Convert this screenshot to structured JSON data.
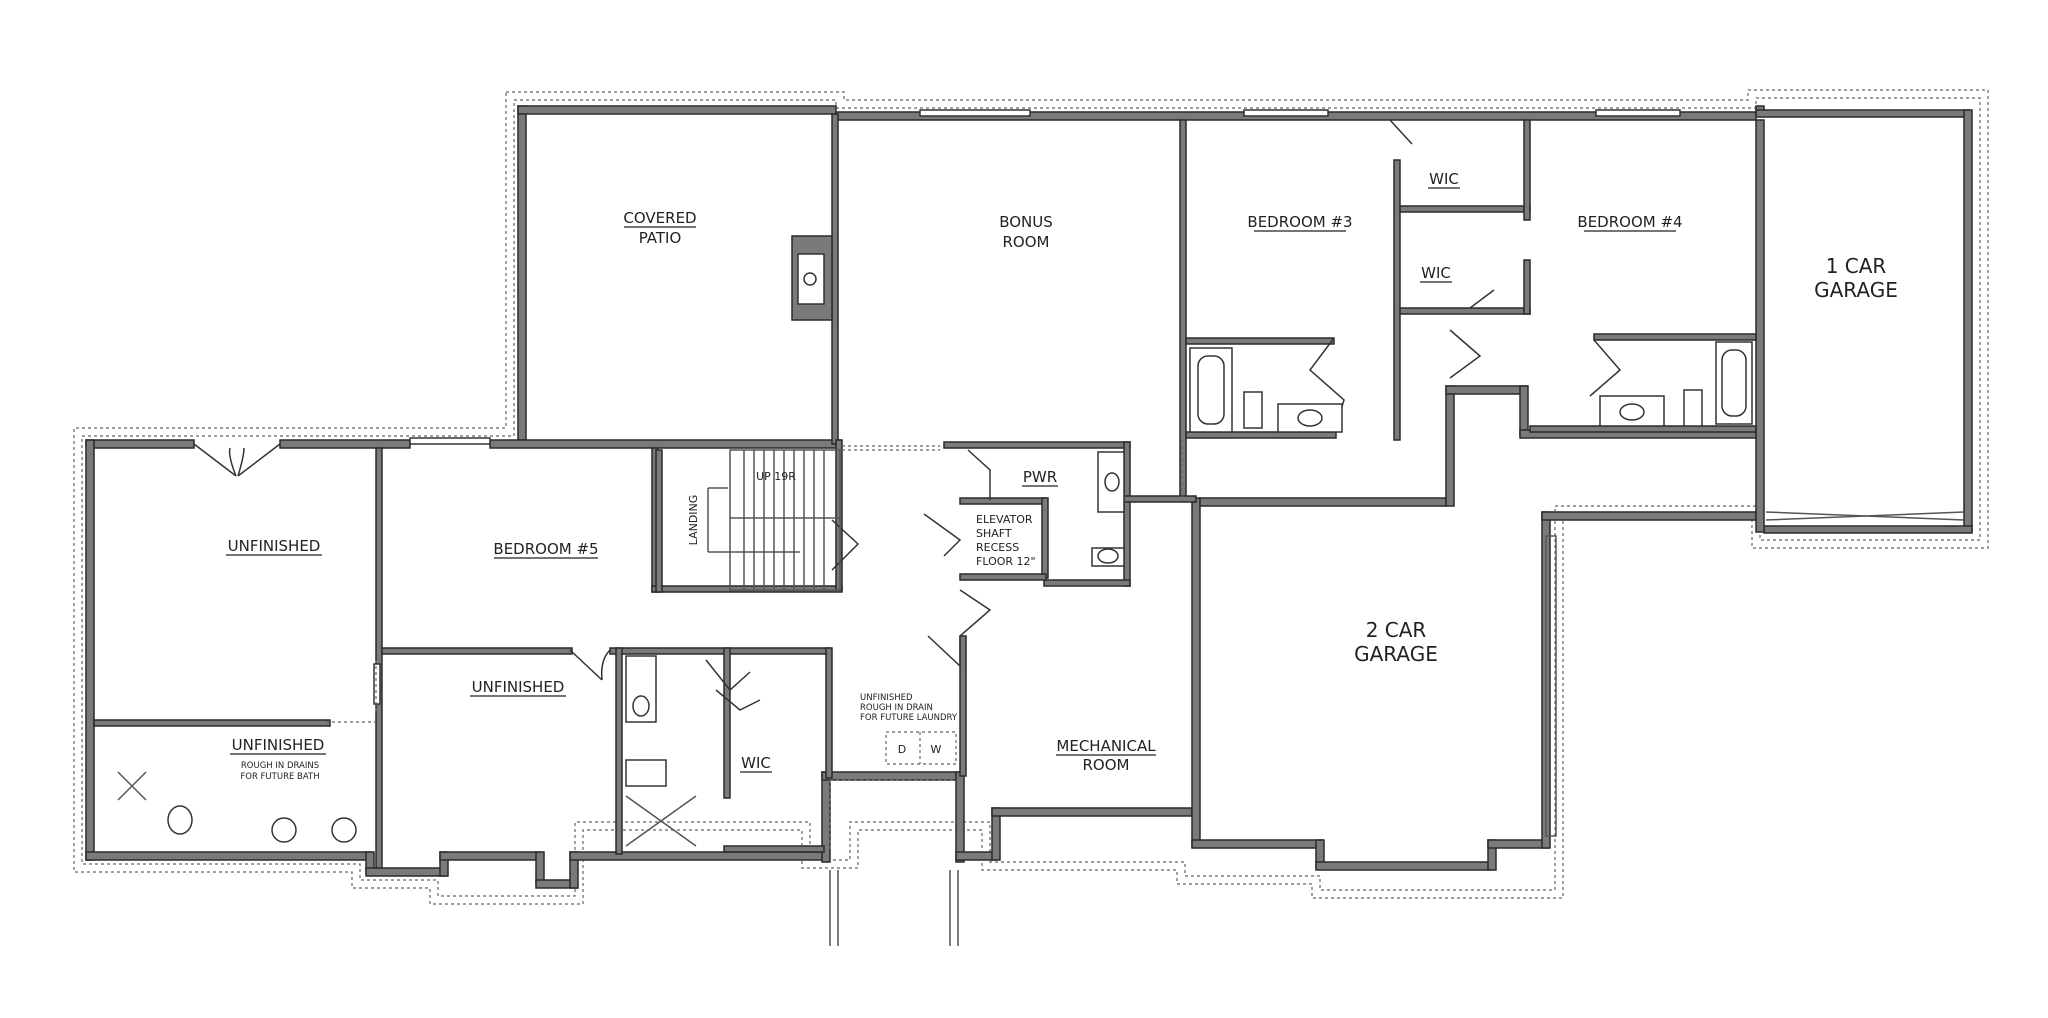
{
  "rooms": {
    "covered_patio": [
      "COVERED",
      "PATIO"
    ],
    "bonus_room": [
      "BONUS",
      "ROOM"
    ],
    "bedroom3": "BEDROOM #3",
    "bedroom4": "BEDROOM #4",
    "wic_top": "WIC",
    "wic_mid": "WIC",
    "garage1": [
      "1 CAR",
      "GARAGE"
    ],
    "unfinished_top": "UNFINISHED",
    "bedroom5": "BEDROOM #5",
    "landing": "LANDING",
    "stair_up": "UP 19R",
    "pwr": "PWR",
    "elevator": [
      "ELEVATOR",
      "SHAFT",
      "RECESS",
      "FLOOR 12\""
    ],
    "garage2": [
      "2 CAR",
      "GARAGE"
    ],
    "unfinished_mid": "UNFINISHED",
    "unfinished_bath": "UNFINISHED",
    "bath_note": [
      "ROUGH IN DRAINS",
      "FOR FUTURE BATH"
    ],
    "wic_lower": "WIC",
    "laundry_note": [
      "UNFINISHED",
      "ROUGH IN DRAIN",
      "FOR FUTURE LAUNDRY"
    ],
    "dryer": "D",
    "washer": "W",
    "mechanical": [
      "MECHANICAL",
      "ROOM"
    ]
  },
  "colors": {
    "wall": "#7a7a7a",
    "line": "#2a2a2a",
    "background": "#ffffff"
  }
}
